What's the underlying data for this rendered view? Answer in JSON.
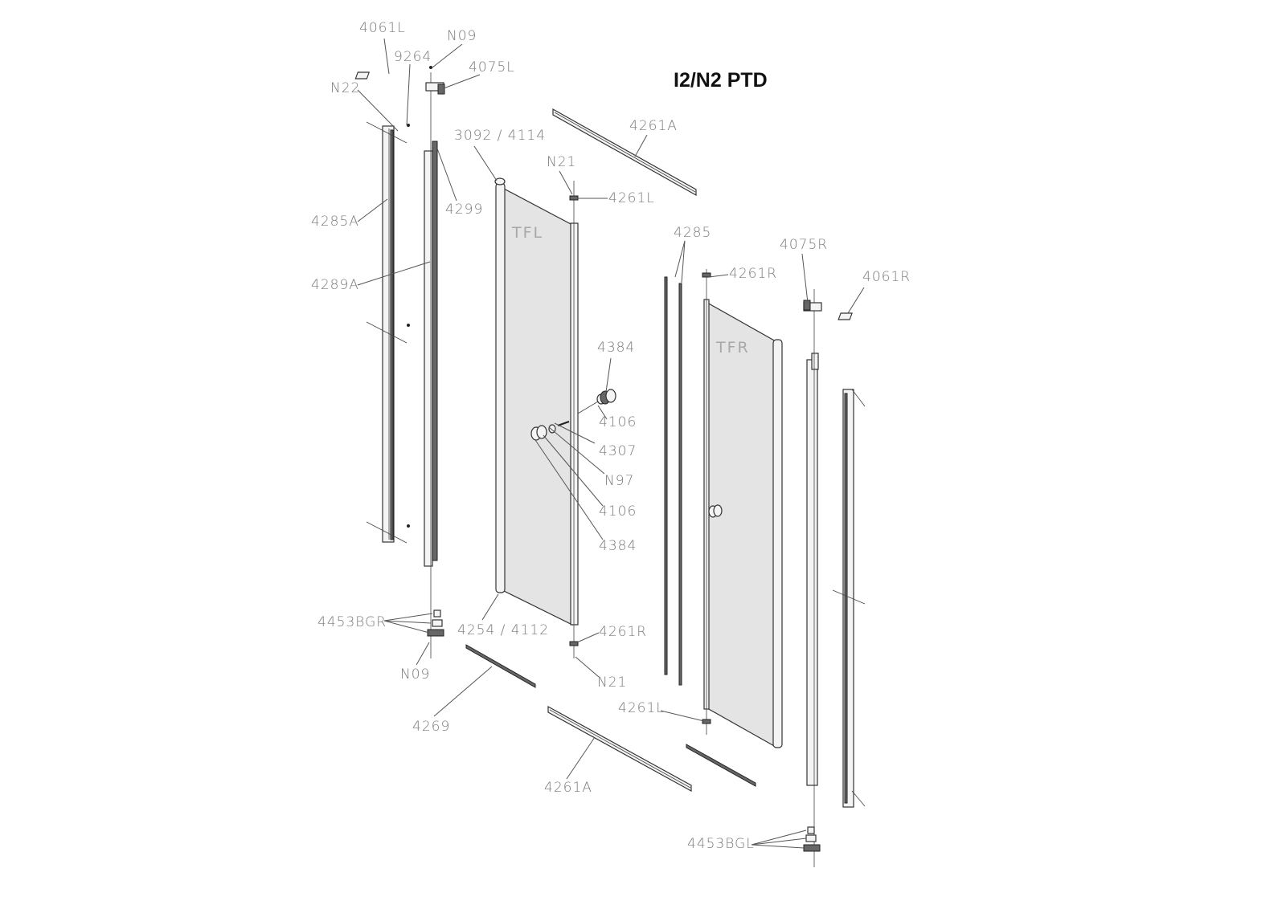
{
  "title": "I2/N2 PTD",
  "labels": {
    "p4061L": "4061L",
    "p9264": "9264",
    "n09_top": "N09",
    "p4075L": "4075L",
    "n22": "N22",
    "p4261A_top": "4261A",
    "p3092_4114": "3092 / 4114",
    "n21_top": "N21",
    "p4261L_top": "4261L",
    "p4299": "4299",
    "p4285A": "4285A",
    "tfl": "TFL",
    "p4285": "4285",
    "p4075R": "4075R",
    "p4261R_top": "4261R",
    "p4061R": "4061R",
    "p4289A": "4289A",
    "p4384_a": "4384",
    "tfr": "TFR",
    "p4106_a": "4106",
    "p4307": "4307",
    "n97": "N97",
    "p4106_b": "4106",
    "p4384_b": "4384",
    "p4453BGR": "4453BGR",
    "p4254_4112": "4254 / 4112",
    "p4261R_bot": "4261R",
    "n09_bot": "N09",
    "n21_bot": "N21",
    "p4261L_bot": "4261L",
    "p4269": "4269",
    "p4261A_bot": "4261A",
    "p4453BGL": "4453BGL"
  }
}
